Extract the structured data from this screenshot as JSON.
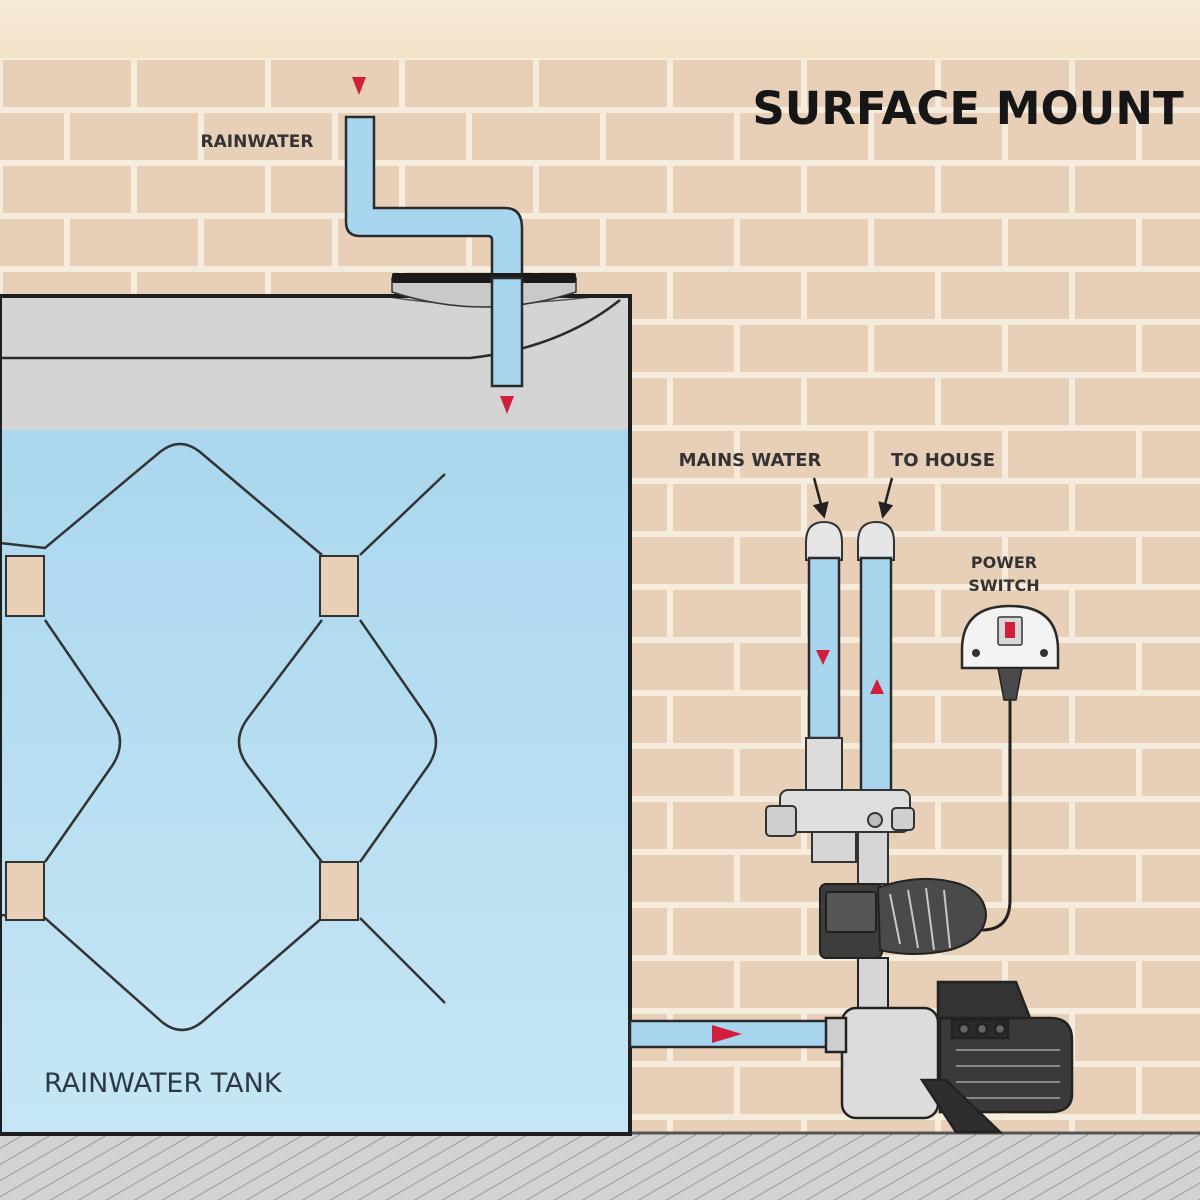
{
  "title": "SURFACE MOUNT",
  "labels": {
    "rainwater_inlet": "RAINWATER",
    "mains_water": "MAINS WATER",
    "to_house": "TO HOUSE",
    "power_switch_line1": "POWER",
    "power_switch_line2": "SWITCH",
    "tank": "RAINWATER TANK"
  },
  "colors": {
    "brick": "#e8cfb8",
    "mortar": "#f6ecdd",
    "water": "#b4dcef",
    "pipe_fill": "#a9d6ef",
    "tank_outline": "#1e1e1e",
    "air_gap": "#d4d4d4",
    "ground": "#cfcfcf",
    "flow_arrow": "#d11e3c",
    "pump": "#444444"
  },
  "icons": {
    "flow": "red-triangle-arrow",
    "switch": "wall-power-switch-icon",
    "pump": "surface-pump-icon"
  }
}
